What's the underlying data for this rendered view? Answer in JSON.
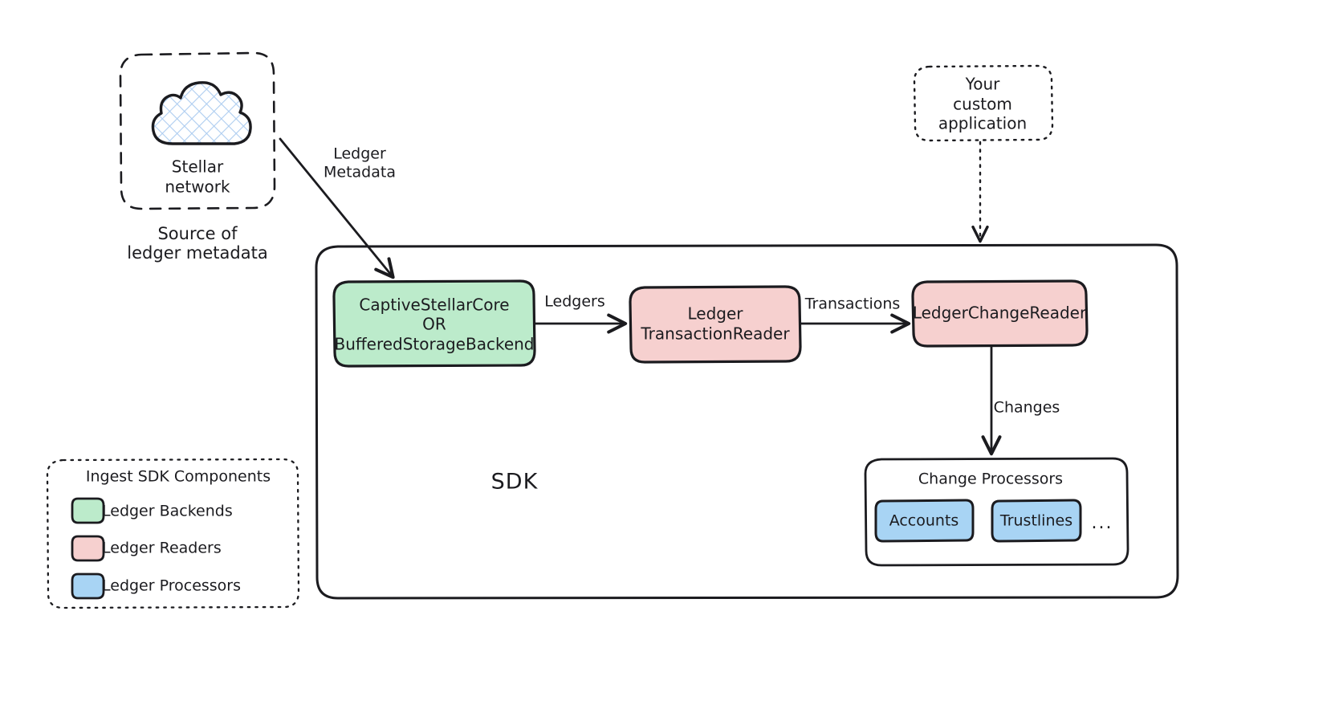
{
  "diagram": {
    "title": "Stellar Ingest SDK data flow",
    "colors": {
      "green": "#bcebcb",
      "pink": "#f6d0cf",
      "blue": "#a8d4f4",
      "stroke": "#1b1b1f",
      "cloud_hatch": "#aecdf0",
      "background": "#ffffff"
    },
    "source": {
      "box_label_line1": "Stellar",
      "box_label_line2": "network",
      "caption_line1": "Source of",
      "caption_line2": "ledger metadata",
      "icon": "cloud-icon",
      "border_style": "dashed"
    },
    "custom_app": {
      "line1": "Your",
      "line2": "custom",
      "line3": "application",
      "border_style": "dotted"
    },
    "sdk": {
      "label": "SDK",
      "nodes": [
        {
          "id": "backend",
          "kind": "Ledger Backends",
          "color": "#bcebcb",
          "lines": [
            "CaptiveStellarCore",
            "OR",
            "BufferedStorageBackend"
          ]
        },
        {
          "id": "ledger-transaction-reader",
          "kind": "Ledger Readers",
          "color": "#f6d0cf",
          "lines": [
            "Ledger",
            "TransactionReader"
          ]
        },
        {
          "id": "ledger-change-reader",
          "kind": "Ledger Readers",
          "color": "#f6d0cf",
          "lines": [
            "LedgerChangeReader"
          ]
        }
      ],
      "change_processors": {
        "title": "Change Processors",
        "items": [
          "Accounts",
          "Trustlines"
        ],
        "ellipsis": "..."
      }
    },
    "edges": [
      {
        "id": "edge-metadata",
        "label_line1": "Ledger",
        "label_line2": "Metadata",
        "style": "solid"
      },
      {
        "id": "edge-ledgers",
        "label": "Ledgers",
        "style": "solid"
      },
      {
        "id": "edge-transactions",
        "label": "Transactions",
        "style": "solid"
      },
      {
        "id": "edge-changes",
        "label": "Changes",
        "style": "solid"
      },
      {
        "id": "edge-custom-app",
        "label": "",
        "style": "dotted"
      }
    ],
    "legend": {
      "title": "Ingest SDK Components",
      "items": [
        {
          "label": "Ledger Backends",
          "color": "#bcebcb"
        },
        {
          "label": "Ledger Readers",
          "color": "#f6d0cf"
        },
        {
          "label": "Ledger Processors",
          "color": "#a8d4f4"
        }
      ]
    }
  }
}
